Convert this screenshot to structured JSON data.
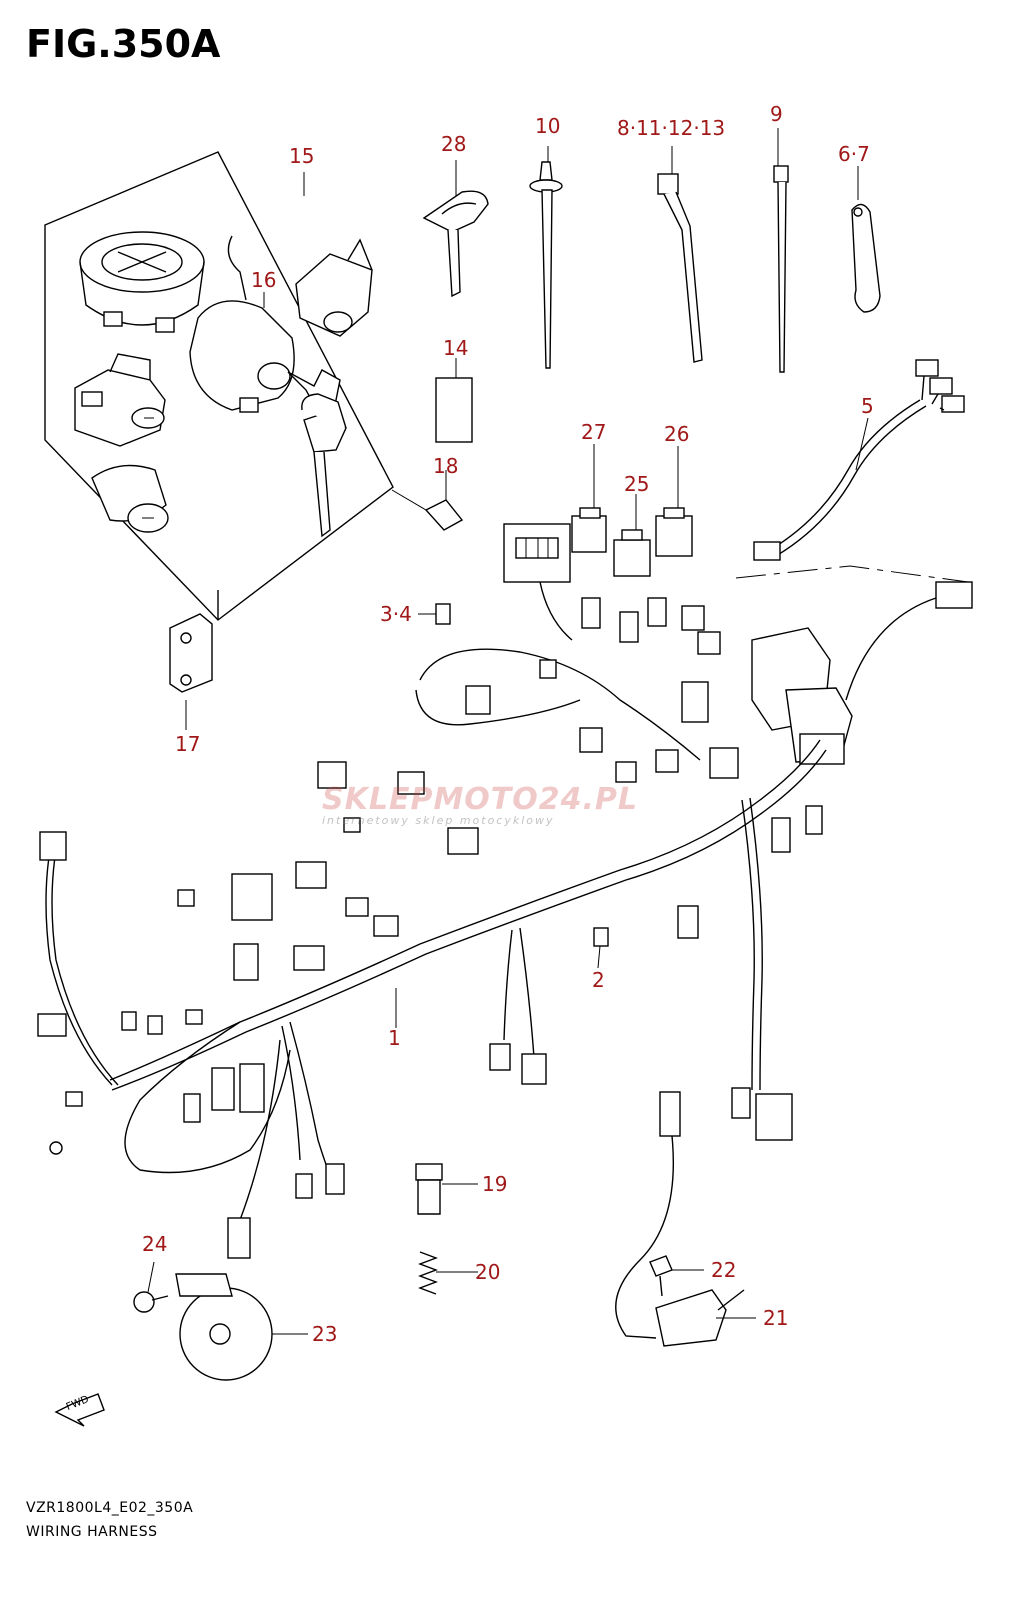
{
  "figure": {
    "title": "FIG.350A",
    "model_code": "VZR1800L4_E02_350A",
    "caption": "WIRING HARNESS",
    "fwd_label": "FWD"
  },
  "watermark": {
    "brand": "SKLEPMOTO24.PL",
    "tagline": "internetowy sklep motocyklowy"
  },
  "colors": {
    "callout": "#a01818",
    "line": "#000000",
    "background": "#ffffff"
  },
  "callouts": [
    {
      "id": "c1",
      "label": "1",
      "part": "wiring-harness"
    },
    {
      "id": "c2",
      "label": "2",
      "part": "fuse-mini"
    },
    {
      "id": "c3_4",
      "label": "3·4",
      "part": "fuse"
    },
    {
      "id": "c5",
      "label": "5",
      "part": "sub-harness"
    },
    {
      "id": "c6_7",
      "label": "6·7",
      "part": "clamp"
    },
    {
      "id": "c8_13",
      "label": "8·11·12·13",
      "part": "clamp-band"
    },
    {
      "id": "c9",
      "label": "9",
      "part": "cable-tie"
    },
    {
      "id": "c10",
      "label": "10",
      "part": "clamp-tie"
    },
    {
      "id": "c14",
      "label": "14",
      "part": "label"
    },
    {
      "id": "c15",
      "label": "15",
      "part": "lock-set"
    },
    {
      "id": "c16",
      "label": "16",
      "part": "ignition-switch"
    },
    {
      "id": "c17",
      "label": "17",
      "part": "bracket"
    },
    {
      "id": "c18",
      "label": "18",
      "part": "screw"
    },
    {
      "id": "c19",
      "label": "19",
      "part": "switch"
    },
    {
      "id": "c20",
      "label": "20",
      "part": "spring"
    },
    {
      "id": "c21",
      "label": "21",
      "part": "sensor"
    },
    {
      "id": "c22",
      "label": "22",
      "part": "bolt"
    },
    {
      "id": "c23",
      "label": "23",
      "part": "horn"
    },
    {
      "id": "c24",
      "label": "24",
      "part": "bolt"
    },
    {
      "id": "c25",
      "label": "25",
      "part": "relay"
    },
    {
      "id": "c26",
      "label": "26",
      "part": "relay"
    },
    {
      "id": "c27",
      "label": "27",
      "part": "relay"
    },
    {
      "id": "c28",
      "label": "28",
      "part": "key-blank"
    }
  ]
}
